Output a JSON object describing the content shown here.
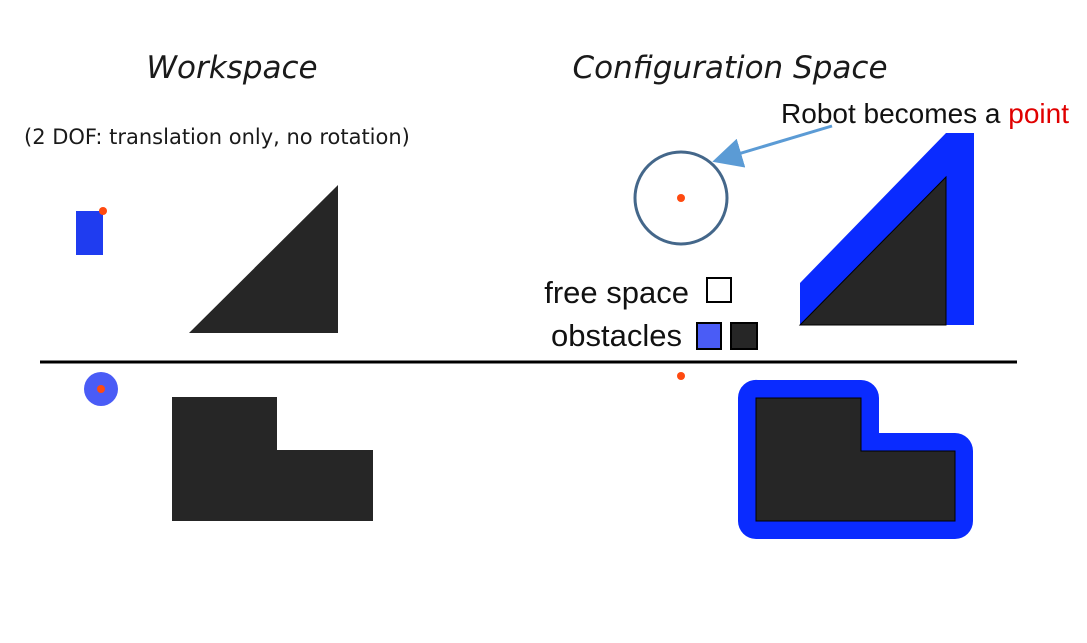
{
  "workspace": {
    "title": "Workspace",
    "subtitle": "(2 DOF: translation only, no rotation)"
  },
  "config_space": {
    "title": "Configuration Space",
    "callout_prefix": "Robot becomes a ",
    "callout_highlight": "point"
  },
  "legend": {
    "free_label": "free space",
    "obstacles_label": "obstacles"
  },
  "colors": {
    "robot_blue": "#1f3cf0",
    "robot_light_blue": "#4a5cf6",
    "expansion_blue": "#0a2bff",
    "obstacle": "#262626",
    "reference_point": "#ff4a10",
    "highlight_red": "#e00000",
    "callout_circle": "#44678a",
    "callout_arrow": "#5b9bd5",
    "divider": "#000000"
  }
}
